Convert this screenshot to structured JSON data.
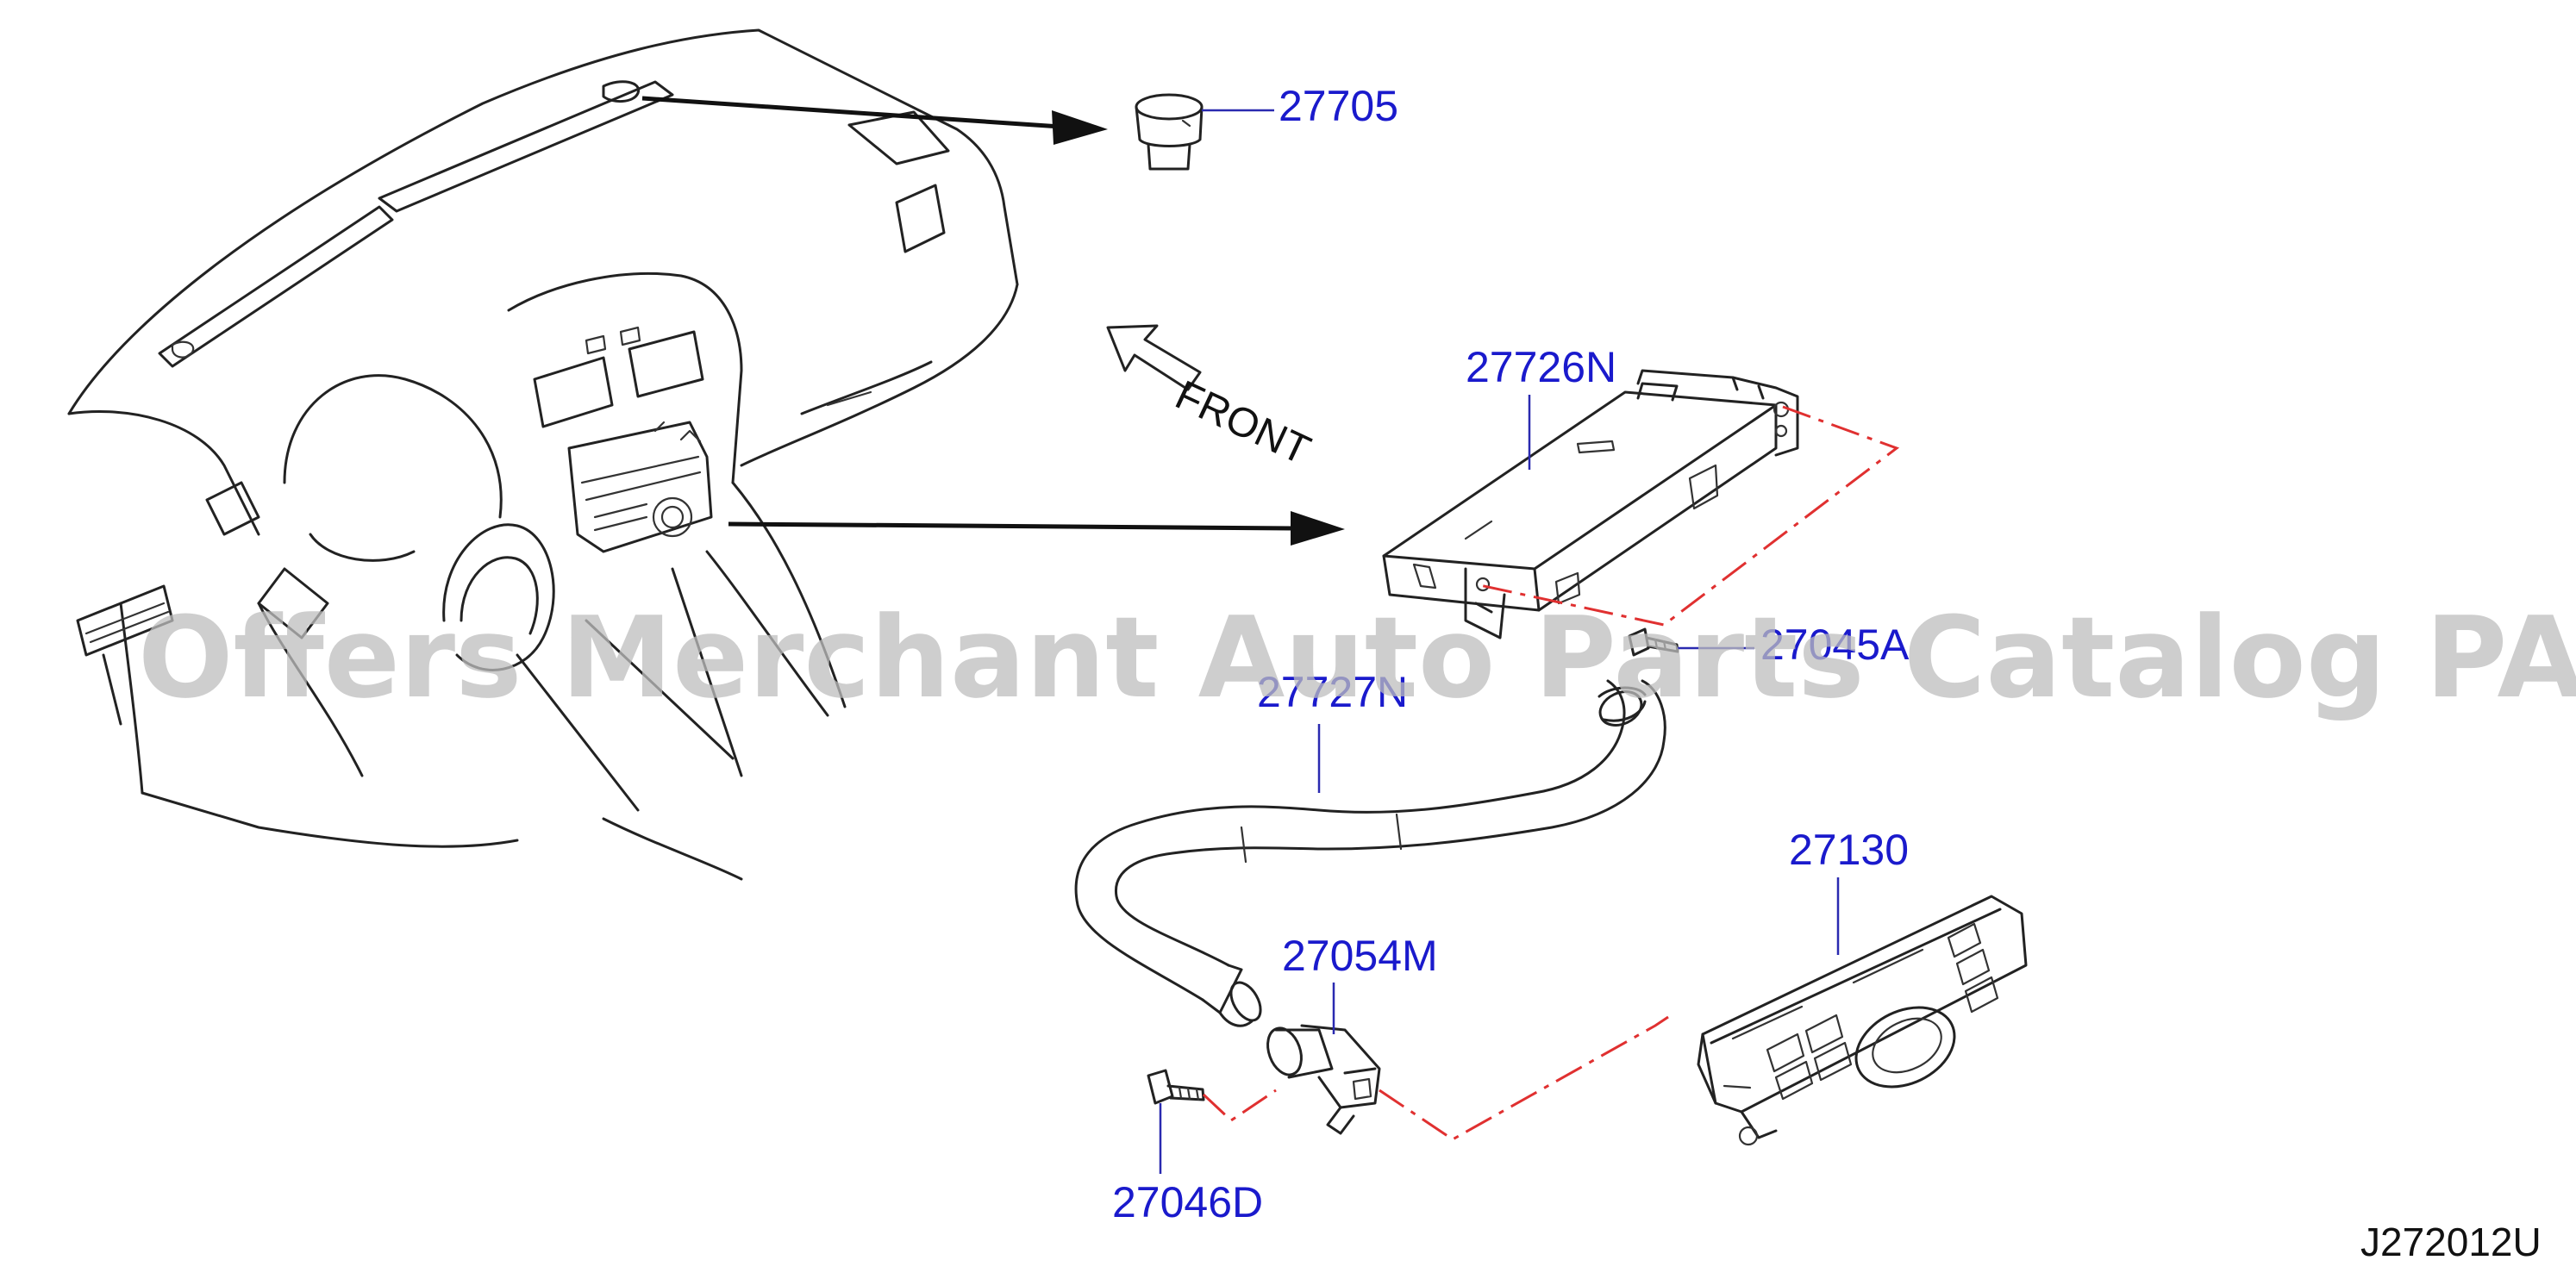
{
  "colors": {
    "label": "#1a1acc",
    "leader": "#2a2ab0",
    "line": "#222222",
    "dash": "#e03030",
    "watermark": "#bdbdbd",
    "code": "#111111"
  },
  "diagram": {
    "direction_label": "FRONT",
    "drawing_code": "J272012U",
    "watermark": "Offers Merchant Auto Parts Catalog PARTSTORE.SA",
    "parts": [
      {
        "number": "27705",
        "name": "sensor-switch"
      },
      {
        "number": "27726N",
        "name": "control-unit-bracket"
      },
      {
        "number": "27045A",
        "name": "screw"
      },
      {
        "number": "27727N",
        "name": "aspirator-duct-hose"
      },
      {
        "number": "27130",
        "name": "climate-control-panel"
      },
      {
        "number": "27054M",
        "name": "aspirator"
      },
      {
        "number": "27046D",
        "name": "bolt"
      }
    ]
  }
}
